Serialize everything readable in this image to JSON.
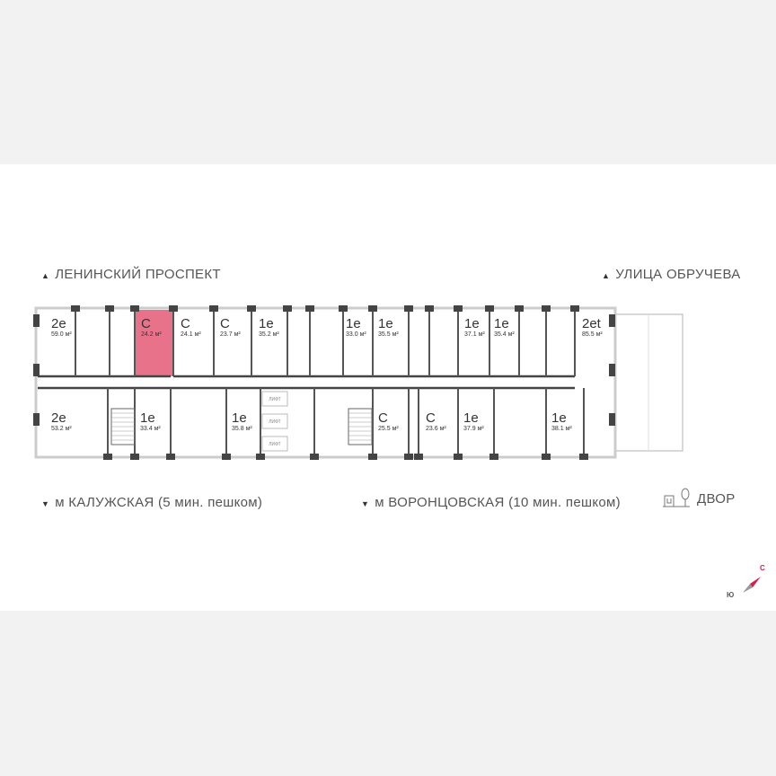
{
  "streets": {
    "top_left": "ЛЕНИНСКИЙ ПРОСПЕКТ",
    "top_right": "УЛИЦА ОБРУЧЕВА"
  },
  "metro": [
    {
      "label": "м КАЛУЖСКАЯ (5 мин. пешком)"
    },
    {
      "label": "м ВОРОНЦОВСКАЯ  (10 мин. пешком)"
    }
  ],
  "yard": {
    "label": "ДВОР",
    "icon": "playground-tree-icon"
  },
  "compass": {
    "north": "С",
    "south": "Ю",
    "north_color": "#d81e4a"
  },
  "highlight_color": "#e8728a",
  "lift_label": "ЛИФТ",
  "units": [
    {
      "type": "2e",
      "area": "59.0 м²"
    },
    {
      "type": "С",
      "area": "24.2 м²",
      "selected": true
    },
    {
      "type": "С",
      "area": "24.1 м²"
    },
    {
      "type": "С",
      "area": "23.7 м²"
    },
    {
      "type": "1e",
      "area": "35.2 м²"
    },
    {
      "type": "1e",
      "area": "33.0 м²"
    },
    {
      "type": "1e",
      "area": "35.5 м²"
    },
    {
      "type": "1e",
      "area": "37.1 м²"
    },
    {
      "type": "1e",
      "area": "35.4 м²"
    },
    {
      "type": "2et",
      "area": "85.5 м²"
    },
    {
      "type": "2e",
      "area": "53.2 м²"
    },
    {
      "type": "1e",
      "area": "33.4 м²"
    },
    {
      "type": "1e",
      "area": "35.8 м²"
    },
    {
      "type": "С",
      "area": "25.5 м²"
    },
    {
      "type": "С",
      "area": "23.6 м²"
    },
    {
      "type": "1e",
      "area": "37.9 м²"
    },
    {
      "type": "1e",
      "area": "38.1 м²"
    }
  ]
}
